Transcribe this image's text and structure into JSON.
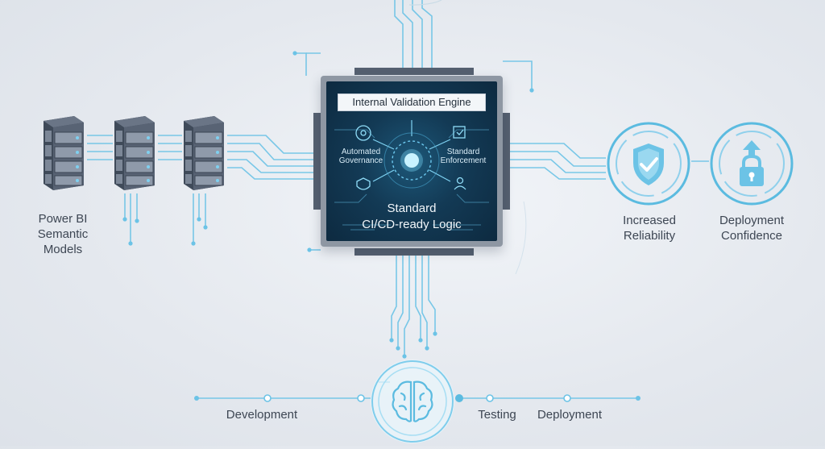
{
  "sources": {
    "label_line1": "Power BI",
    "label_line2": "Semantic",
    "label_line3": "Models"
  },
  "engine": {
    "title": "Internal Validation Engine",
    "left_feature_line1": "Automated",
    "left_feature_line2": "Governance",
    "right_feature_line1": "Standard",
    "right_feature_line2": "Enforcement",
    "core_line1": "Standard",
    "core_line2": "CI/CD-ready Logic"
  },
  "outcomes": [
    {
      "line1": "Increased",
      "line2": "Reliability",
      "icon": "shield-check-icon"
    },
    {
      "line1": "Deployment",
      "line2": "Confidence",
      "icon": "padlock-upload-icon"
    }
  ],
  "pipeline": {
    "stages": [
      "Development",
      "Testing",
      "Deployment"
    ],
    "center_icon": "brain-icon"
  },
  "colors": {
    "accent": "#5bbbe0",
    "chip": "#133a55",
    "server": "#4f5a6a"
  }
}
